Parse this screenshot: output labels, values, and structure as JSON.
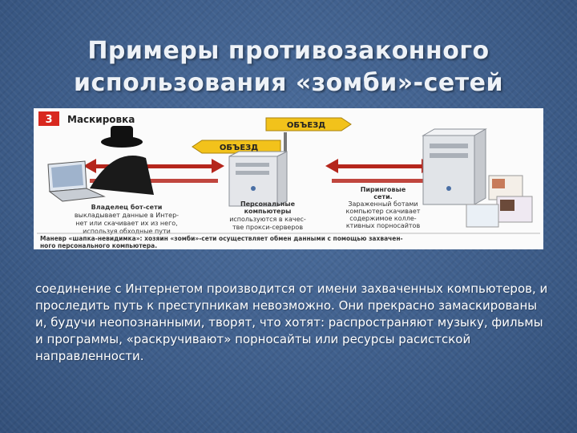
{
  "slide": {
    "title_line1": "Примеры противозаконного",
    "title_line2": "использования «зомби»-сетей",
    "body": "соединение с Интернетом производится от имени захваченных компьютеров, и проследить путь к преступникам невозможно. Они прекрасно замаскированы и, будучи неопознанными, творят, что хотят: распространяют музыку, фильмы и программы, «раскручивают» порносайты или ресурсы расистской направленности."
  },
  "figure": {
    "number": "3",
    "heading": "Маскировка",
    "sign_top": "ОБЪЕЗД",
    "sign_bottom": "ОБЪЕЗД",
    "owner_caption": [
      "Владелец бот-сети",
      "выкладывает данные в Интер-",
      "нет или скачивает их из него,",
      "используя обходные пути"
    ],
    "pc_caption": [
      "Персональные",
      "компьютеры",
      "используются в качес-",
      "тве прокси-серверов"
    ],
    "p2p_caption": [
      "Пиринговые",
      "сети.",
      "Зараженный ботами",
      "компьютер скачивает",
      "содержимое колле-",
      "ктивных порносайтов"
    ],
    "footer_line1": "Маневр «шапка-невидимка»: хозяин «зомби»-сети осуществляет обмен данными с помощью захвачен-",
    "footer_line2": "ного персонального компьютера.",
    "colors": {
      "badge_red": "#d8281f",
      "sign_yellow": "#f2c21b",
      "arrow_red": "#b5261c",
      "background": "#3f5f8c"
    }
  }
}
